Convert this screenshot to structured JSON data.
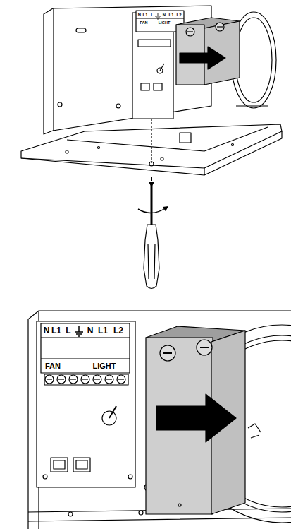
{
  "diagram": {
    "labels": [
      "N",
      "L1",
      "L",
      "N",
      "L1",
      "L2",
      "FAN",
      "LIGHT",
      "N",
      "L1",
      "L",
      "N",
      "L1",
      "L2",
      "FAN",
      "LIGHT"
    ]
  }
}
